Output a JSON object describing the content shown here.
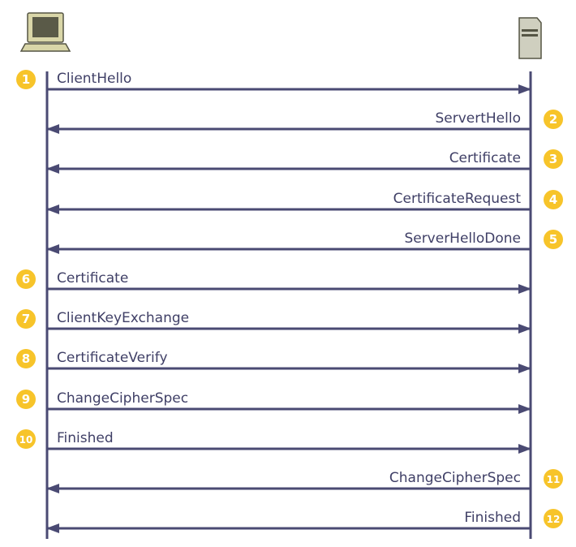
{
  "colors": {
    "line": "#4a4a73",
    "text": "#3f3f66",
    "badge": "#f7c42a",
    "badge_text": "#ffffff",
    "client_body": "#d9d6a8",
    "client_screen": "#5a5a48",
    "server_body": "#cfcfbf",
    "outline": "#555544"
  },
  "actors": {
    "client": {
      "icon": "computer-icon"
    },
    "server": {
      "icon": "server-tower-icon"
    }
  },
  "messages": [
    {
      "num": "1",
      "label": "ClientHello",
      "direction": "to-server"
    },
    {
      "num": "2",
      "label": "ServertHello",
      "direction": "to-client"
    },
    {
      "num": "3",
      "label": "Certificate",
      "direction": "to-client"
    },
    {
      "num": "4",
      "label": "CertificateRequest",
      "direction": "to-client"
    },
    {
      "num": "5",
      "label": "ServerHelloDone",
      "direction": "to-client"
    },
    {
      "num": "6",
      "label": "Certificate",
      "direction": "to-server"
    },
    {
      "num": "7",
      "label": "ClientKeyExchange",
      "direction": "to-server"
    },
    {
      "num": "8",
      "label": "CertificateVerify",
      "direction": "to-server"
    },
    {
      "num": "9",
      "label": "ChangeCipherSpec",
      "direction": "to-server"
    },
    {
      "num": "10",
      "label": "Finished",
      "direction": "to-server"
    },
    {
      "num": "11",
      "label": "ChangeCipherSpec",
      "direction": "to-client"
    },
    {
      "num": "12",
      "label": "Finished",
      "direction": "to-client"
    }
  ]
}
